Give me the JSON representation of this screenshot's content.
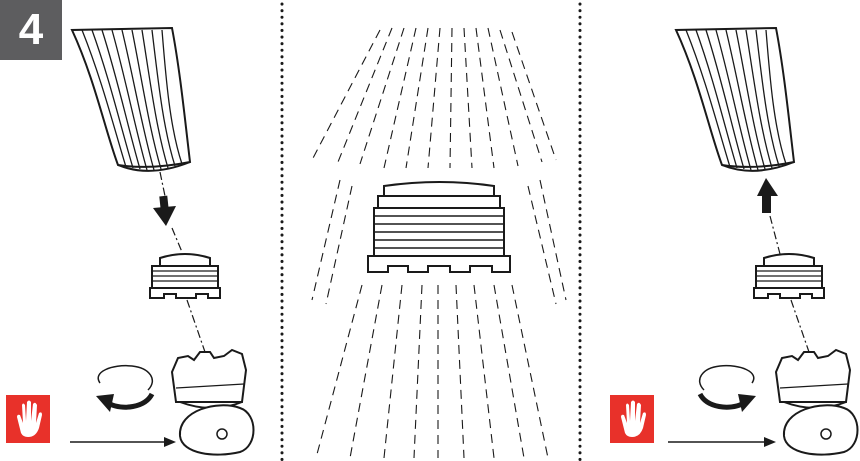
{
  "step_badge": {
    "number": "4",
    "background": "#5d5d5f",
    "text_color": "#ffffff"
  },
  "panels": [
    {
      "name": "remove-aerator",
      "arrow_direction": "down",
      "rotation": "counterclockwise",
      "warning_icon": "hand-stop-icon"
    },
    {
      "name": "clean-spray",
      "content": "aerator-insert-with-water-spray"
    },
    {
      "name": "install-aerator",
      "arrow_direction": "up",
      "rotation": "clockwise",
      "warning_icon": "hand-stop-icon"
    }
  ],
  "colors": {
    "warning": "#e8312a",
    "line": "#1a1a1a"
  }
}
